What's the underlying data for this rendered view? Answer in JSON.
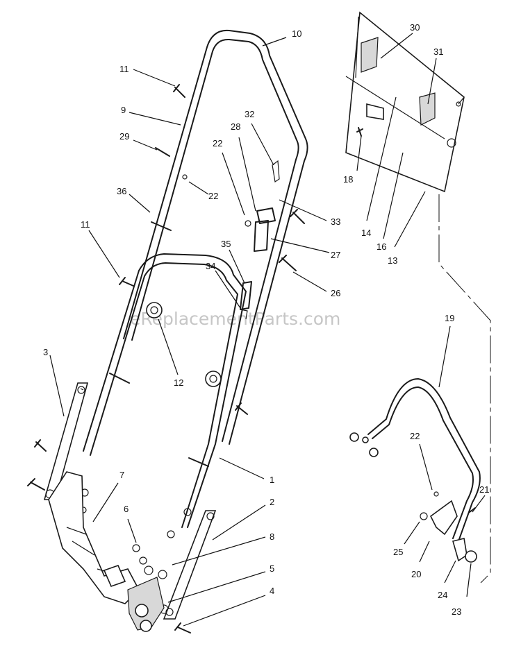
{
  "watermark": "eReplacementParts.com",
  "callouts": [
    {
      "id": "c10",
      "text": "10"
    },
    {
      "id": "c30",
      "text": "30"
    },
    {
      "id": "c31",
      "text": "31"
    },
    {
      "id": "c11a",
      "text": "11"
    },
    {
      "id": "c9",
      "text": "9"
    },
    {
      "id": "c32",
      "text": "32"
    },
    {
      "id": "c28",
      "text": "28"
    },
    {
      "id": "c29",
      "text": "29"
    },
    {
      "id": "c22a",
      "text": "22"
    },
    {
      "id": "c22b",
      "text": "22"
    },
    {
      "id": "c18",
      "text": "18"
    },
    {
      "id": "c36",
      "text": "36"
    },
    {
      "id": "c33",
      "text": "33"
    },
    {
      "id": "c14",
      "text": "14"
    },
    {
      "id": "c16",
      "text": "16"
    },
    {
      "id": "c13",
      "text": "13"
    },
    {
      "id": "c11b",
      "text": "11"
    },
    {
      "id": "c35",
      "text": "35"
    },
    {
      "id": "c27",
      "text": "27"
    },
    {
      "id": "c34",
      "text": "34"
    },
    {
      "id": "c26",
      "text": "26"
    },
    {
      "id": "c19",
      "text": "19"
    },
    {
      "id": "c3",
      "text": "3"
    },
    {
      "id": "c12",
      "text": "12"
    },
    {
      "id": "c22c",
      "text": "22"
    },
    {
      "id": "c7",
      "text": "7"
    },
    {
      "id": "c1",
      "text": "1"
    },
    {
      "id": "c21",
      "text": "21"
    },
    {
      "id": "c6",
      "text": "6"
    },
    {
      "id": "c2",
      "text": "2"
    },
    {
      "id": "c8",
      "text": "8"
    },
    {
      "id": "c25",
      "text": "25"
    },
    {
      "id": "c20",
      "text": "20"
    },
    {
      "id": "c5",
      "text": "5"
    },
    {
      "id": "c4",
      "text": "4"
    },
    {
      "id": "c24",
      "text": "24"
    },
    {
      "id": "c23",
      "text": "23"
    }
  ]
}
